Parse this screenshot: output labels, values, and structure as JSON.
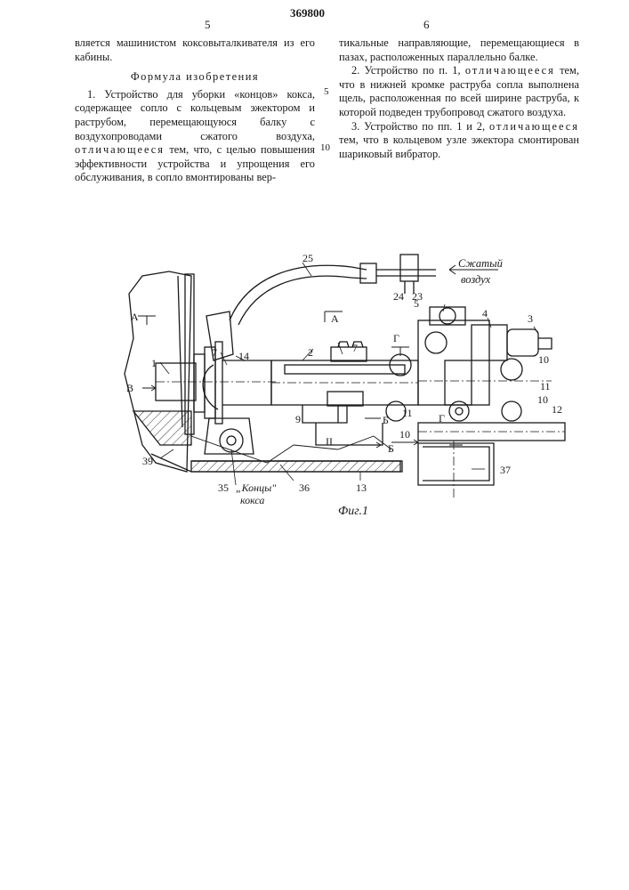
{
  "header": {
    "patent_number": "369800",
    "left_col_number": "5",
    "right_col_number": "6"
  },
  "left_column": {
    "continuation": "вляется машинистом коксовыталкивателя из его кабины.",
    "section_title": "Формула изобретения",
    "claim1_pre": "1. Устройство для уборки «концов» кокса, содержащее сопло с кольцевым эжектором и раструбом, перемещающуюся балку с воздухопроводами сжатого воздуха,",
    "claim1_spaced": "отличающееся",
    "claim1_post": "тем, что, с целью повышения эффективности устройства и упрощения его обслуживания, в сопло вмонтированы вер-"
  },
  "right_column": {
    "continuation": "тикальные направляющие, перемещающиеся в пазах, расположенных параллельно балке.",
    "claim2_pre": "2. Устройство по п. 1,",
    "claim2_spaced": "отличающееся",
    "claim2_post": "тем, что в нижней кромке раструба сопла выполнена щель, расположенная по всей ширине раструба, к которой подведен трубопровод сжатого воздуха.",
    "claim3_pre": "3. Устройство по пп. 1 и 2,",
    "claim3_spaced": "отличающееся",
    "claim3_post": "тем, что в кольцевом узле эжектора смонтирован шариковый вибратор."
  },
  "line_numbers": [
    "5",
    "10"
  ],
  "figure": {
    "caption": "Фиг.1",
    "air_label_1": "Сжатый",
    "air_label_2": "воздух",
    "coke_label_1": "„Концы\"",
    "coke_label_2": "кокса",
    "labels": {
      "n1": "1",
      "n2": "2",
      "n3": "3",
      "n4": "4",
      "n5": "5",
      "n7a": "7",
      "n7b": "7",
      "n9": "9",
      "n10a": "10",
      "n10b": "10",
      "n10c": "10",
      "n11a": "11",
      "n11b": "11",
      "n12": "12",
      "n13": "13",
      "n14": "14",
      "n23": "23",
      "n24": "24",
      "n25": "25",
      "n35": "35",
      "n36": "36",
      "n37": "37",
      "n39": "39",
      "sec_a1": "А",
      "sec_a2": "А",
      "sec_b1": "Б",
      "sec_b2": "Б",
      "sec_v": "В",
      "sec_g1": "Г",
      "sec_g2": "Г",
      "sec_ii": "II"
    }
  }
}
